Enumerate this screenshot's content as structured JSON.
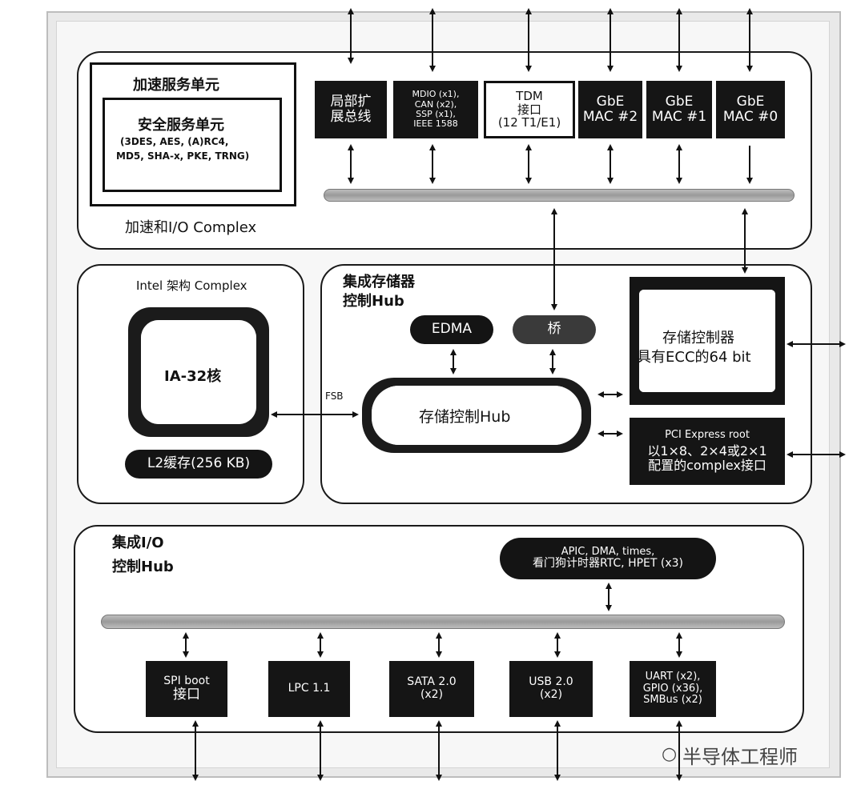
{
  "accel_io": {
    "title": "加速和I/O Complex",
    "accel_service": {
      "title": "加速服务单元",
      "security_title": "安全服务单元",
      "security_detail_1": "(3DES, AES, (A)RC4,",
      "security_detail_2": "MD5, SHA-x, PKE, TRNG)"
    },
    "blocks": [
      {
        "line1": "局部扩",
        "line2": "展总线"
      },
      {
        "line1": "MDIO (x1),",
        "line2": "CAN (x2),",
        "line3": "SSP (x1),",
        "line4": "IEEE 1588"
      },
      {
        "line1": "TDM",
        "line2": "接口",
        "line3": "(12 T1/E1)"
      },
      {
        "line1": "GbE",
        "line2": "MAC #2"
      },
      {
        "line1": "GbE",
        "line2": "MAC #1"
      },
      {
        "line1": "GbE",
        "line2": "MAC #0"
      }
    ]
  },
  "intel_complex": {
    "title": "Intel 架构 Complex",
    "core": "IA-32核",
    "cache": "L2缓存(256 KB)"
  },
  "fsb_label": "FSB",
  "mem_hub": {
    "title_1": "集成存储器",
    "title_2": "控制Hub",
    "edma": "EDMA",
    "bridge": "桥",
    "hub": "存储控制Hub",
    "mem_ctrl_1": "存储控制器",
    "mem_ctrl_2": "具有ECC的64 bit",
    "pcie_1": "PCI Express root",
    "pcie_2": "以1×8、2×4或2×1",
    "pcie_3": "配置的complex接口"
  },
  "io_hub": {
    "title_1": "集成I/O",
    "title_2": "控制Hub",
    "apic_1": "APIC, DMA, times,",
    "apic_2": "看门狗计时器RTC, HPET (x3)",
    "blocks": [
      {
        "line1": "SPI boot",
        "line2": "接口"
      },
      {
        "line1": "LPC 1.1"
      },
      {
        "line1": "SATA 2.0",
        "line2": "(x2)"
      },
      {
        "line1": "USB 2.0",
        "line2": "(x2)"
      },
      {
        "line1": "UART (x2),",
        "line2": "GPIO (x36),",
        "line3": "SMBus (x2)"
      }
    ]
  },
  "watermark": "半导体工程师",
  "colors": {
    "dark_block": "#151515",
    "panel_border": "#1a1a1a",
    "bus": "#a8a8a8"
  }
}
